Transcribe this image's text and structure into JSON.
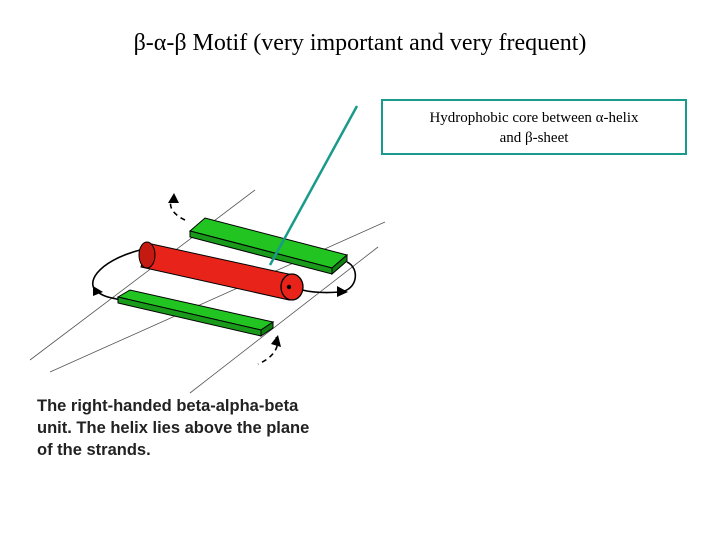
{
  "slide": {
    "title": "β-α-β Motif (very important and very frequent)",
    "callout": {
      "line1": "Hydrophobic core between α-helix",
      "line2": "and β-sheet"
    },
    "figure_caption": [
      "The right-handed beta-alpha-beta",
      "unit. The helix lies above the plane",
      "of the strands."
    ]
  },
  "colors": {
    "strand": "#22c422",
    "helix": "#e8241a",
    "callout_border": "#1a9a8a",
    "pointer_line": "#1a9a8a"
  }
}
